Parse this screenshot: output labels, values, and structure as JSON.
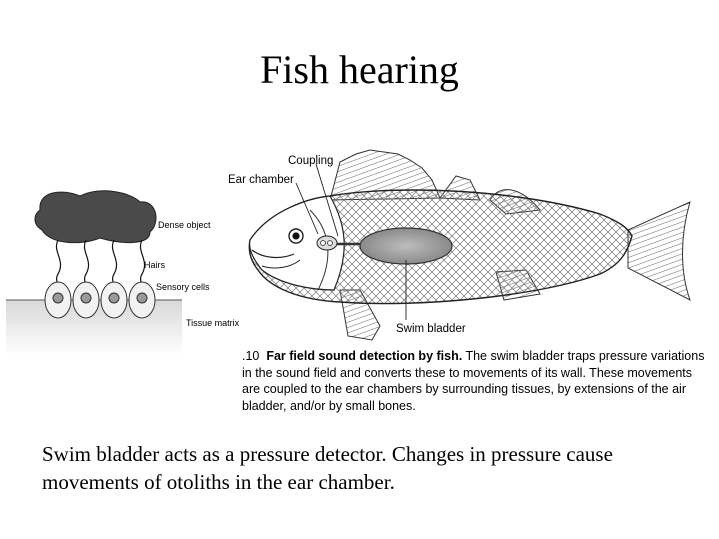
{
  "slide": {
    "title": "Fish hearing",
    "body_text": "Swim bladder acts as a pressure detector.  Changes in pressure cause movements of otoliths in the ear chamber."
  },
  "figure": {
    "labels": {
      "dense_object": "Dense object",
      "hairs": "Hairs",
      "sensory_cells": "Sensory cells",
      "tissue_matrix": "Tissue matrix",
      "coupling": "Coupling",
      "ear_chamber": "Ear chamber",
      "swim_bladder": "Swim bladder"
    },
    "caption": {
      "number": ".10",
      "heading": "Far field sound detection by fish.",
      "text": " The swim bladder traps pressure variations in the sound field and converts these to movements of its wall. These movements are coupled to the ear chambers by surrounding tissues, by extensions of the air bladder, and/or by small bones."
    }
  }
}
